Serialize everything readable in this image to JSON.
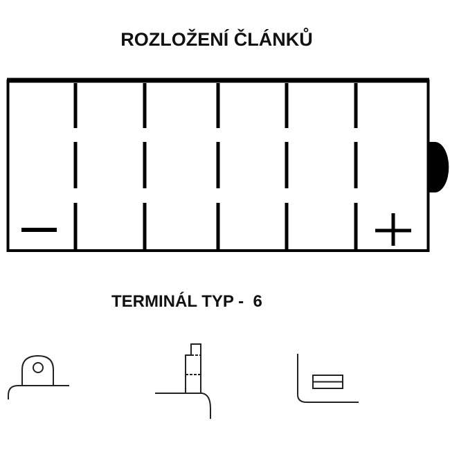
{
  "diagram": {
    "cell_layout_title": "ROZLOŽENÍ ČLÁNKŮ",
    "terminal_title": "TERMINÁL TYP -  6",
    "cell_count": 6,
    "negative_symbol": "minus-icon",
    "positive_symbol": "plus-icon",
    "terminal_variants": [
      "terminal-bolt-tab",
      "terminal-post",
      "terminal-flat-blade"
    ],
    "line_color": "#000000"
  }
}
